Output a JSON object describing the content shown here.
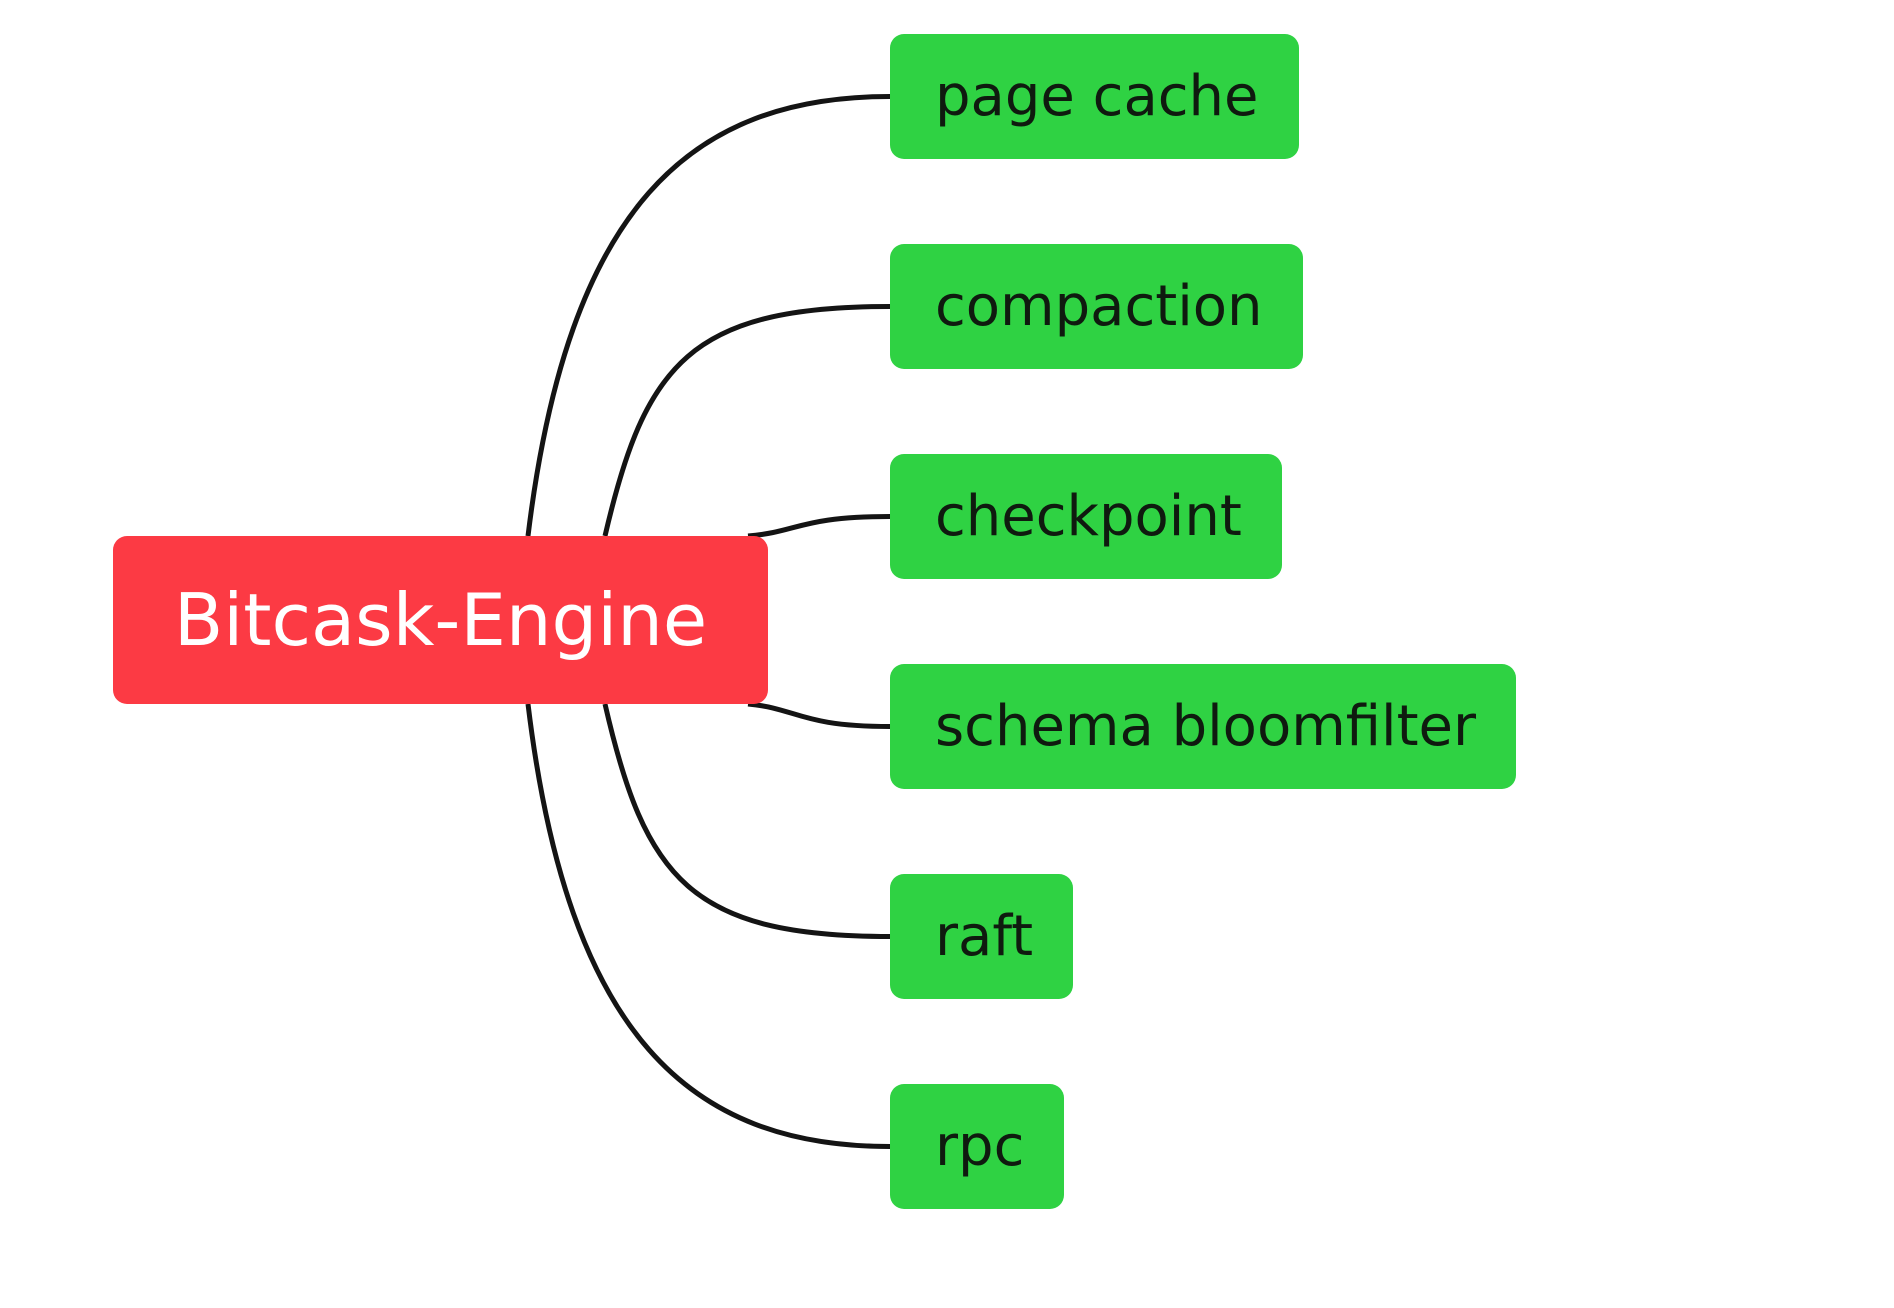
{
  "colors": {
    "root_fill": "#fc3a44",
    "root_text": "#ffffff",
    "child_fill": "#2fd243",
    "child_text": "#0f1a0f",
    "connector": "#141414",
    "background": "#ffffff"
  },
  "root": {
    "label": "Bitcask-Engine"
  },
  "children": [
    {
      "label": "page cache"
    },
    {
      "label": "compaction"
    },
    {
      "label": "checkpoint"
    },
    {
      "label": "schema bloomfilter"
    },
    {
      "label": "raft"
    },
    {
      "label": "rpc"
    }
  ]
}
